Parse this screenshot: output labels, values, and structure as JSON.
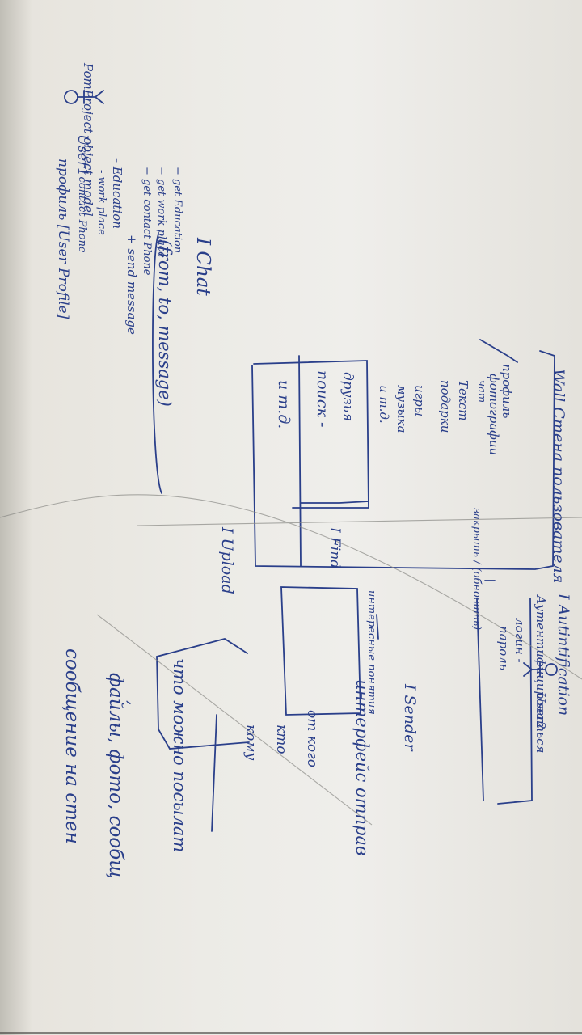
{
  "title": "PomProject object model",
  "user1": {
    "label": "User1",
    "profile_header": "профиль [User Profile]",
    "attributes": [
      "- contact Phone",
      "- work place",
      "- Education"
    ],
    "methods": [
      "+ get contact Phone",
      "+ get work place",
      "+ get Education"
    ]
  },
  "chat": {
    "title": "I Chat",
    "params": "(from, to, message)",
    "method": "+ send message"
  },
  "wall": {
    "title": "Wall Стена пользователя",
    "items": [
      "профиль",
      "фотографии",
      "чат",
      "Текст",
      "подарки",
      "игры",
      "музыка",
      "и т.д."
    ],
    "bottom_items": [
      "друзья",
      "поиск -",
      "и т.д."
    ],
    "arrow_note": "закрыть / (обновить)"
  },
  "auth": {
    "title": "I Autintification",
    "items": [
      "Аутентифицироваться",
      "логин -",
      "пароль"
    ]
  },
  "find": {
    "title": "I Find",
    "box_label": "интересные понятия"
  },
  "upload": {
    "title": "I Upload"
  },
  "user2": {
    "label": "User2"
  },
  "sender": {
    "title": "I Sender",
    "lines": [
      "интерфейс отправ",
      "от кого",
      "кто",
      "кому"
    ]
  },
  "notes": [
    "что можно посылат",
    ", ",
    "файлы, фото, сообщ",
    "сообщение на стен"
  ],
  "colors": {
    "ink": "#2a3f8a",
    "paper": "#ecebe6",
    "pencil": "#8a8a86"
  }
}
